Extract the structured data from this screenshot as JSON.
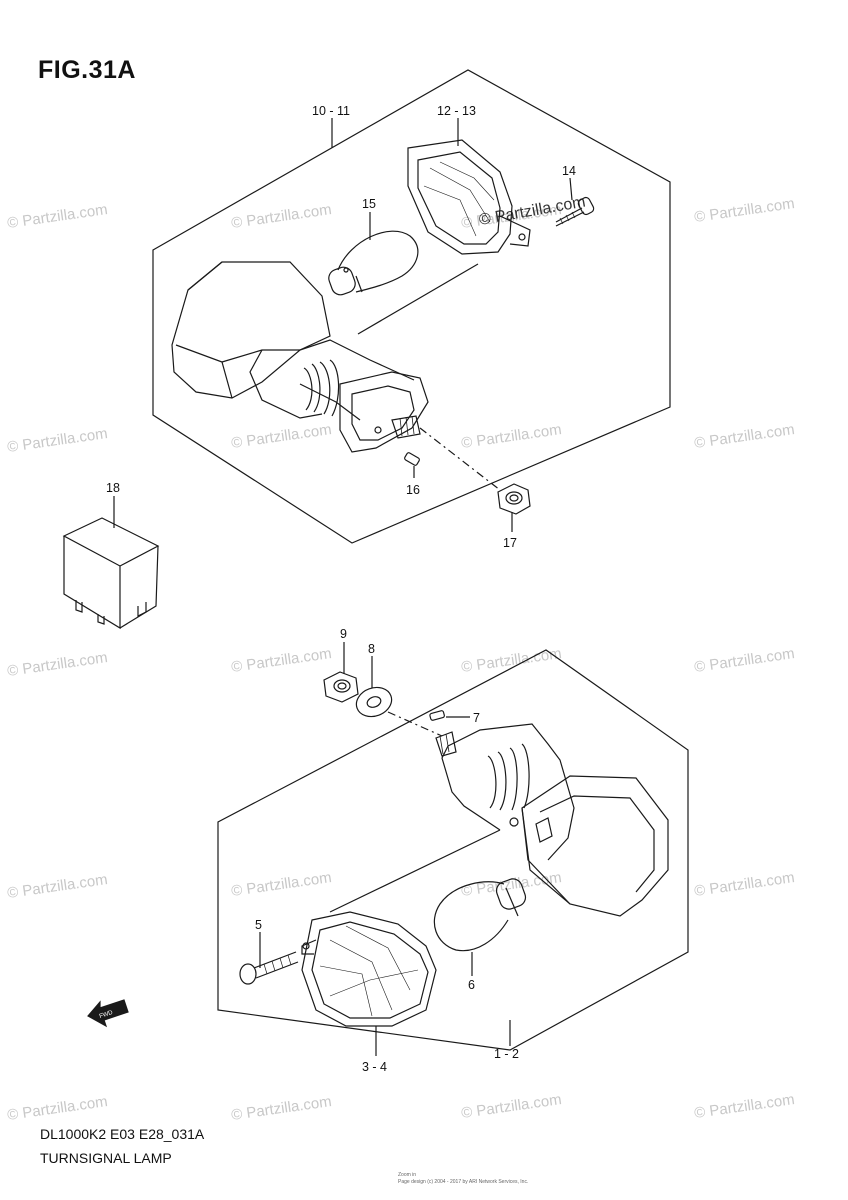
{
  "title": "FIG.31A",
  "footer": {
    "code": "DL1000K2 E03 E28_031A",
    "name": "TURNSIGNAL LAMP",
    "tiny1": "Zoom in",
    "tiny2": "Page design (c) 2004 - 2017 by ARI Network Services, Inc."
  },
  "watermark": "© Partzilla.com",
  "labels": {
    "l10_11": "10 - 11",
    "l12_13": "12 - 13",
    "l14": "14",
    "l15": "15",
    "l16": "16",
    "l17": "17",
    "l18": "18",
    "l9": "9",
    "l8": "8",
    "l7": "7",
    "l5": "5",
    "l6": "6",
    "l3_4": "3 - 4",
    "l1_2": "1 - 2"
  },
  "fwd_label": "FWD",
  "colors": {
    "line": "#1a1a1a",
    "watermark": "#c8c8c8"
  }
}
